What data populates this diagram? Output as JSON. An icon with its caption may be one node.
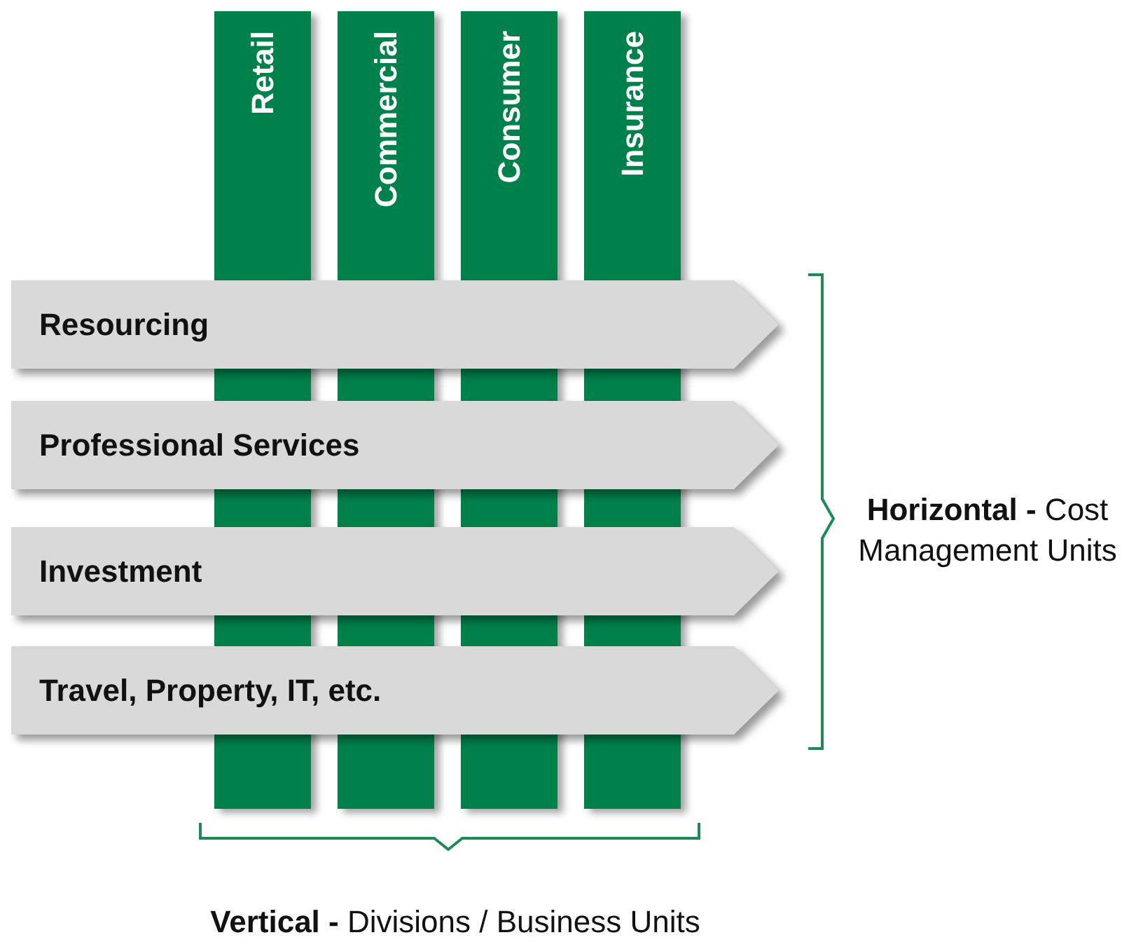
{
  "diagram": {
    "nodes": [
      {
        "text": [
          "Retail"
        ]
      },
      {
        "text": [
          "Commercial"
        ]
      },
      {
        "text": [
          "Consumer"
        ]
      },
      {
        "text": [
          "Insurance"
        ]
      },
      {
        "text": [
          "Resourcing"
        ]
      },
      {
        "text": [
          "Professional Services"
        ]
      },
      {
        "text": [
          "Investment"
        ]
      },
      {
        "text": [
          "Travel, Property, IT, etc."
        ]
      }
    ],
    "edges": [],
    "labels": [
      "**Horizontal -** Cost Management Units",
      "**Vertical -** Divisions / Business Units"
    ]
  }
}
